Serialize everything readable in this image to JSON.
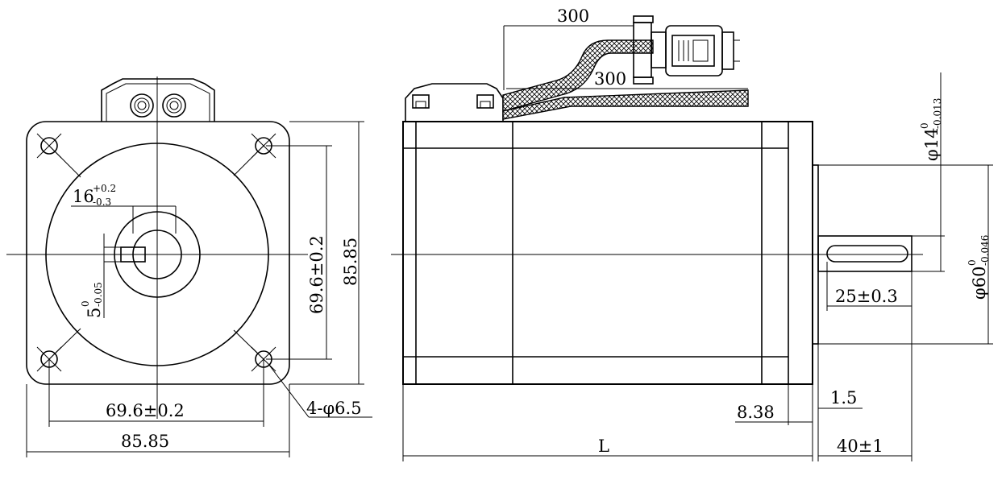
{
  "front_view": {
    "shaft_dia_nominal": "16",
    "shaft_dia_upper_tol": "+0.2",
    "shaft_dia_lower_tol": "-0.3",
    "key_width_nominal": "5",
    "key_width_upper_tol": "0",
    "key_width_lower_tol": "-0.05",
    "bolt_pitch_vertical": "69.6±0.2",
    "flange_height": "85.85",
    "bolt_pitch_horizontal": "69.6±0.2",
    "flange_width": "85.85",
    "mounting_holes": "4-φ6.5"
  },
  "side_view": {
    "cable_length_upper": "300",
    "cable_length_lower": "300",
    "shaft_dia_nominal": "φ14",
    "shaft_dia_upper_tol": "0",
    "shaft_dia_lower_tol": "-0.013",
    "pilot_dia_nominal": "φ60",
    "pilot_dia_upper_tol": "0",
    "pilot_dia_lower_tol": "-0.046",
    "key_length": "25±0.3",
    "flange_step": "1.5",
    "flange_thickness": "8.38",
    "body_length": "L",
    "shaft_length": "40±1"
  }
}
